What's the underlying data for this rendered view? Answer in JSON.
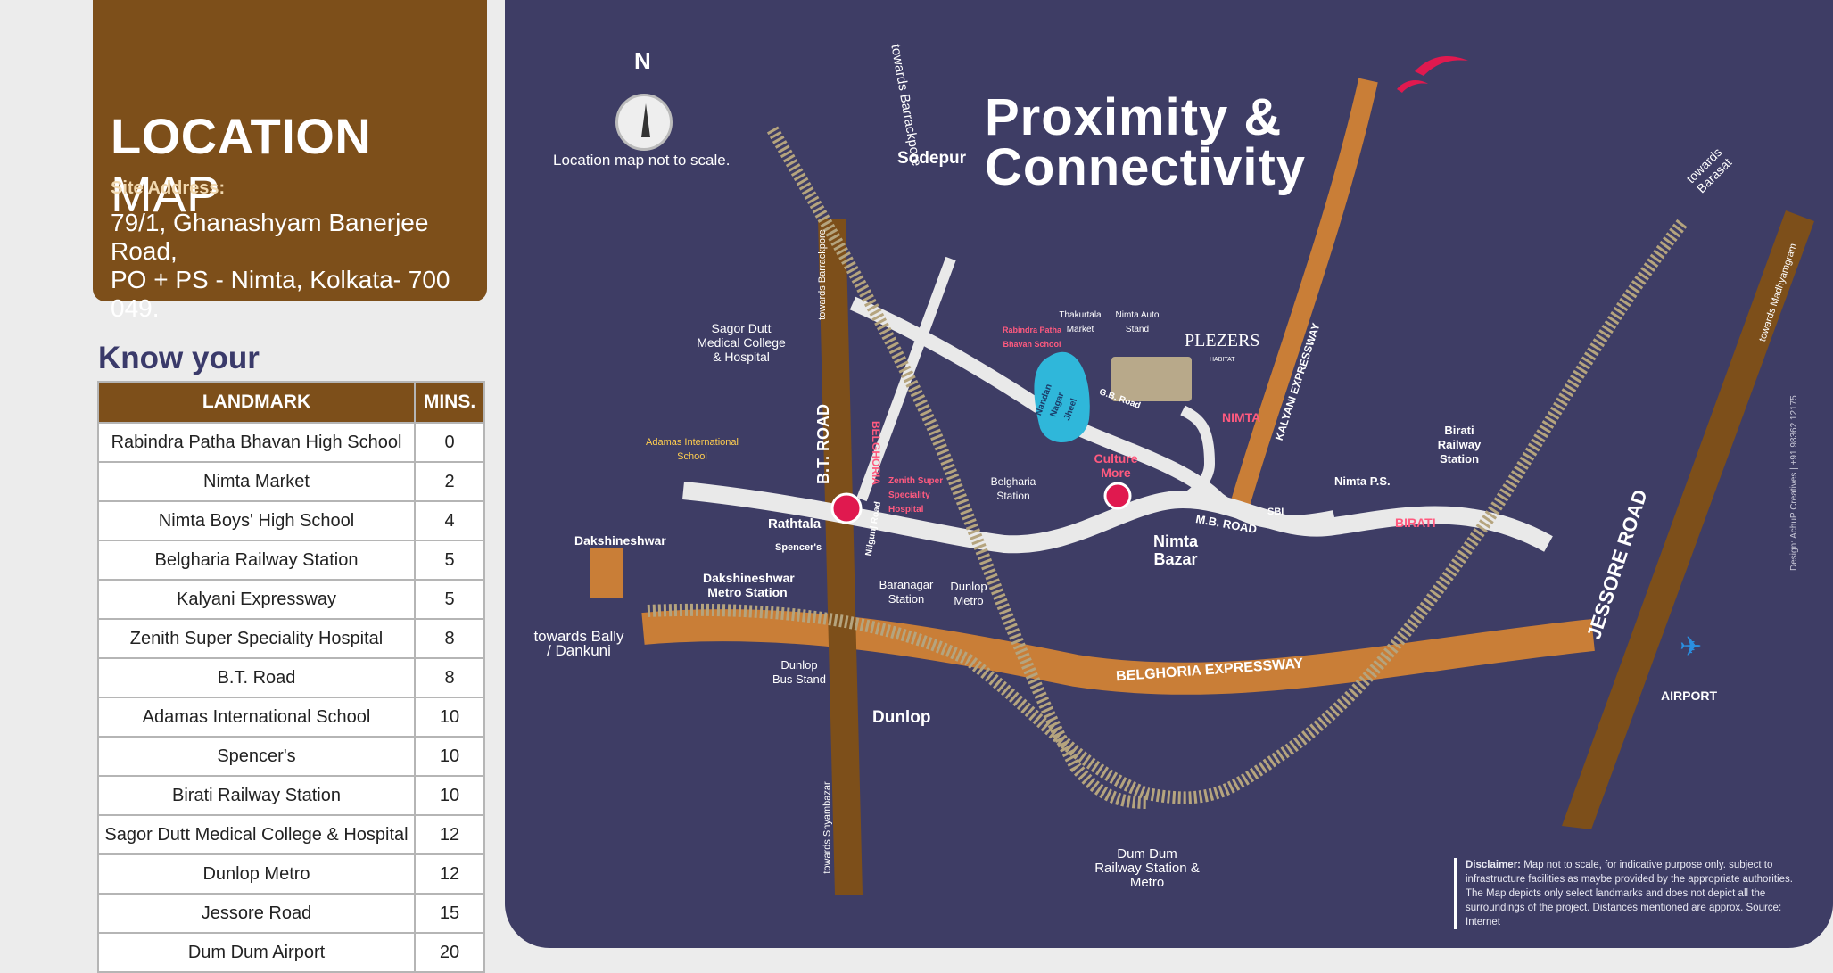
{
  "header": {
    "title_bold": "LOCATION",
    "title_light": "MAP",
    "address_label": "Site Address:",
    "address_line1": "79/1, Ghanashyam Banerjee Road,",
    "address_line2": "PO + PS - Nimta, Kolkata- 700 049."
  },
  "neighbourhood": {
    "title": "Know your Neighbourhood",
    "col_landmark": "LANDMARK",
    "col_mins": "MINS.",
    "rows": [
      {
        "landmark": "Rabindra Patha Bhavan High School",
        "mins": "0"
      },
      {
        "landmark": "Nimta Market",
        "mins": "2"
      },
      {
        "landmark": "Nimta Boys' High School",
        "mins": "4"
      },
      {
        "landmark": "Belgharia Railway Station",
        "mins": "5"
      },
      {
        "landmark": "Kalyani Expressway",
        "mins": "5"
      },
      {
        "landmark": "Zenith Super Speciality Hospital",
        "mins": "8"
      },
      {
        "landmark": "B.T. Road",
        "mins": "8"
      },
      {
        "landmark": "Adamas International School",
        "mins": "10"
      },
      {
        "landmark": "Spencer's",
        "mins": "10"
      },
      {
        "landmark": "Birati Railway Station",
        "mins": "10"
      },
      {
        "landmark": "Sagor Dutt Medical College & Hospital",
        "mins": "12"
      },
      {
        "landmark": "Dunlop Metro",
        "mins": "12"
      },
      {
        "landmark": "Jessore Road",
        "mins": "15"
      },
      {
        "landmark": "Dum Dum Airport",
        "mins": "20"
      }
    ]
  },
  "map": {
    "heading_line1": "Proximity &",
    "heading_line2": "Connectivity",
    "compass_letter": "N",
    "scale_note": "Location map not to scale.",
    "labels": {
      "towards_barrackpore": "towards Barrackpore",
      "sodepur": "Sodepur",
      "sagor_dutt": "Sagor Dutt Medical College & Hospital",
      "bt_road": "B.T. ROAD",
      "towards_barrackpore_bt": "towards Barrackpore",
      "belghoria": "BELGHORIA",
      "adamas": "Adamas International School",
      "rathtala": "Rathtala",
      "spencers": "Spencer's",
      "zenith": "Zenith Super Speciality Hospital",
      "nilgunj": "Nilgunj Road",
      "dakshineshwar": "Dakshineshwar",
      "dakshineshwar_metro": "Dakshineshwar Metro Station",
      "towards_bally": "towards Bally / Dankuni",
      "dunlop_bus": "Dunlop Bus Stand",
      "dunlop": "Dunlop",
      "baranagar": "Baranagar Station",
      "dunlop_metro": "Dunlop Metro",
      "towards_shyambazar": "towards Shyambazar",
      "belgharia_station": "Belgharia Station",
      "rabindra_school": "Rabindra Patha Bhavan School",
      "thakurtala": "Thakurtala Market",
      "nimta_auto": "Nimta Auto Stand",
      "plezers": "PLEZERS",
      "plezers_sub": "HABITAT",
      "jheel": "Nandan Nagar Jheel",
      "gb_road": "G.B. Road",
      "nimta": "NIMTA",
      "culture_more": "Culture More",
      "nimta_bazar": "Nimta Bazar",
      "mb_road": "M.B. ROAD",
      "sbi": "SBI",
      "nimta_ps": "Nimta P.S.",
      "birati": "BIRATI",
      "birati_station": "Birati Railway Station",
      "kalyani_exp": "KALYANI EXPRESSWAY",
      "belghoria_exp": "BELGHORIA EXPRESSWAY",
      "jessore_road": "JESSORE ROAD",
      "towards_madhyamgram": "towards Madhyamgram",
      "towards_barasat": "towards Barasat",
      "airport": "AIRPORT",
      "dum_dum": "Dum Dum Railway Station & Metro"
    },
    "disclaimer_label": "Disclaimer:",
    "disclaimer_text": "Map not to scale, for indicative purpose only. subject to infrastructure facilities as maybe provided by the appropriate authorities. The Map depicts only select landmarks and does not depict all the surroundings of the project. Distances mentioned are approx. Source: Internet",
    "credit": "Design: AchuP Creatives | +91 98362 12175"
  },
  "colors": {
    "brown": "#7d4f1a",
    "map_bg": "#3e3d65",
    "expressway": "#c97e37",
    "road": "#e9e9e9",
    "accent_pink": "#e0194f"
  }
}
